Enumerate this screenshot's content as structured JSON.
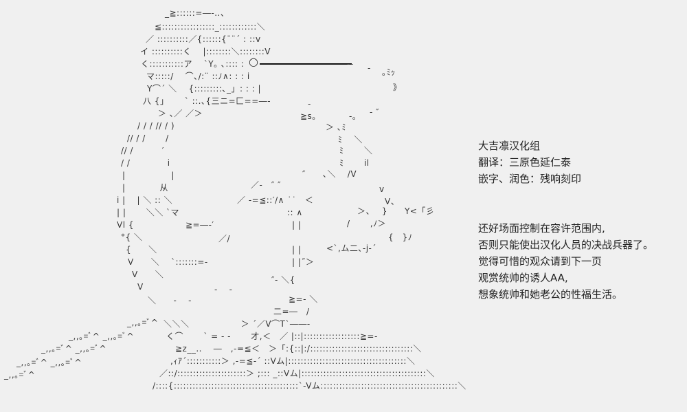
{
  "ascii_art": [
    "_≧::::::=―‐..、",
    "≦:::::::::::::::::_::::::::::::＼",
    "／ ::::::::::／{::::::{¨¨´ : ::v",
    "イ ::::::::::く　 |::::::::＼::::::::V",
    "く:::::::::::ア　 `Y｡ ､:::: :",
    "○",
    "‐‐",
    "-",
    "｡ﾐｯ",
    "マ:::::/　 ⌒､/:¨ ::ﾉ∧: : : i",
    "》",
    "Y⌒´ ＼　 {:::::::::､_」: : : |",
    "八 {」　　 ` ::.､{三ニ=匚==―‐",
    "-",
    "- ″",
    "＞ ､／ ／＞",
    "≧s｡",
    "-｡",
    "/ / / // / )",
    "＞ ､ﾐ",
    "// / /　　 /",
    "ﾐ　 ＼",
    "// /　　　 ′",
    "ﾐ　　 ＼",
    "/ /　　　　 i",
    "ﾐ　　 il",
    "|　　　　　 |",
    "″　　､＼　 /V",
    "|　　　　从",
    "／-　″ ″",
    "v",
    "i |　 | ＼ :: ＼",
    "／ ‐=≦::′/∧ ˙˙　＜",
    "V、",
    "| |　　 ＼＼ `マ",
    ":: ∧",
    "＞、　 }　　Y<「彡",
    "Vl {　　　　　　≧=―‐′",
    "| |",
    "/　　 ,ﾉ＞",
    "°{ ＼",
    "／/",
    "{　}ﾉ",
    "{　　＼",
    "| |",
    "<`,ム二､-j-´",
    "V　　＼　 `:::::::=-",
    "| |˝＞",
    "V　　＼",
    "″- ＼{",
    "V",
    "-　 -",
    "≧=- ＼",
    "＼　　-　 -",
    "二=―　/",
    "_,,｡=ﾞ^",
    "＼＼＼　　　　　　＞ ´／V⌒T`――-",
    "_,,｡=ﾞ^ _,,｡=ﾞ^",
    "く⌒　　 ` = - -　　 才,＜　／ |::|::::::::::::::::::≧=-",
    "_,,｡=ﾞ^ _,,｡=ﾞ^",
    "≧z__..　 ―　,-=≦＜　＞「:{::|:/:::::::::::::::::::::::::::::::::＼",
    "_,,｡=ﾞ^ _,,｡=ﾞ^",
    ",ｨｱ´:::::::::::＞ ,-=≦-´ ::Vム|::::::::::::::::::::::::::::::::::::::＼",
    "_,,｡=ﾞ^",
    "／::/::::::::::::::::::::::＞ ;::: _::Vム|::::::::::::::::::::::::::::::::::::::::＼",
    "/::::{::::::::::::::::::::::::::::::::::::::::`-Vム::::::::::::::::::::::::::::::::::::::::::::＼"
  ],
  "notes": {
    "credits": [
      "大吉凛汉化组",
      "翻译：三原色延仁泰",
      "嵌字、润色：残响刻印"
    ],
    "message": [
      "还好场面控制在容许范围内,",
      "否则只能使出汉化人员的决战兵器了。",
      "觉得可惜的观众请到下一页",
      "观赏统帅的诱人AA,",
      "想象统帅和她老公的性福生活。"
    ]
  }
}
